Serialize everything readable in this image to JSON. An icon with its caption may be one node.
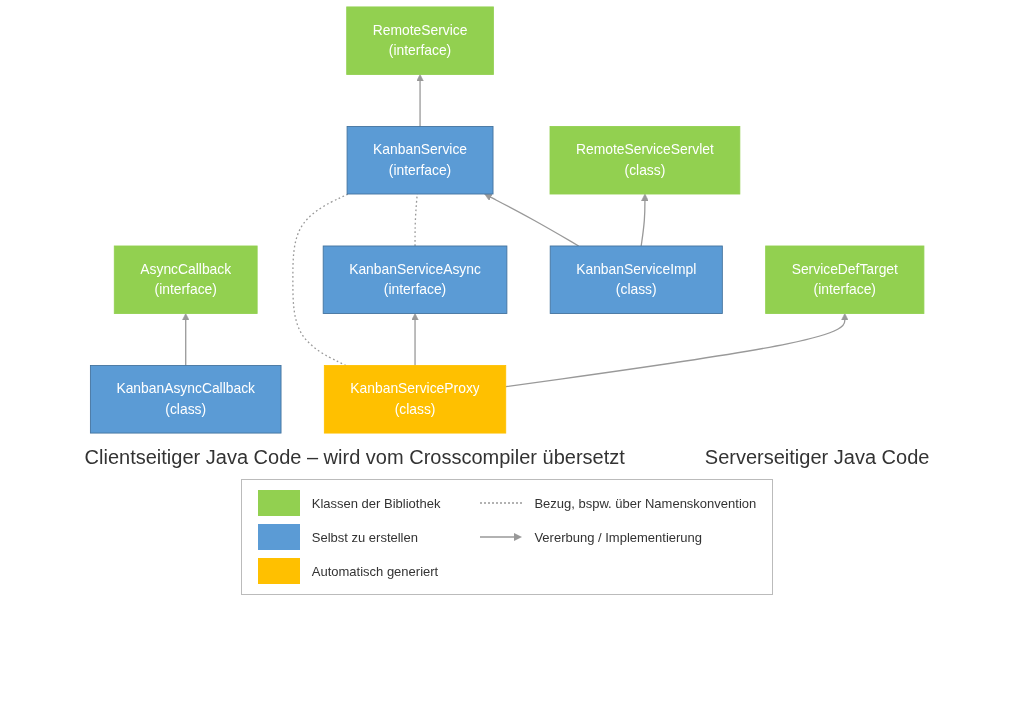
{
  "diagram": {
    "nodes": [
      {
        "text": [
          "AsyncCallback",
          "(interface)"
        ]
      },
      {
        "text": [
          "ServiceDefTarget",
          "(interface)"
        ]
      },
      {
        "text": [
          "RemoteService",
          "(interface)"
        ]
      },
      {
        "text": [
          "RemoteServiceServlet",
          "(class)"
        ]
      },
      {
        "text": [
          "KanbanAsyncCallback",
          "(class)"
        ]
      },
      {
        "text": [
          "KanbanServiceAsync",
          "(interface)"
        ]
      },
      {
        "text": [
          "KanbanService",
          "(interface)"
        ]
      },
      {
        "text": [
          "KanbanServiceImpl",
          "(class)"
        ]
      },
      {
        "text": [
          "KanbanServiceProxy",
          "(class)"
        ]
      }
    ],
    "edges": [
      {
        "from": 4,
        "to": 0,
        "arrow": "to"
      },
      {
        "from": 5,
        "to": 6,
        "arrow": "none",
        "style": "dashed"
      },
      {
        "from": 6,
        "to": 2,
        "arrow": "to"
      },
      {
        "from": 7,
        "to": 6,
        "arrow": "to"
      },
      {
        "from": 7,
        "to": 3,
        "arrow": "to"
      },
      {
        "from": 8,
        "to": 6,
        "arrow": "none",
        "style": "dashed"
      },
      {
        "from": 8,
        "to": 5,
        "arrow": "to"
      },
      {
        "from": 8,
        "to": 1,
        "arrow": "to"
      }
    ],
    "labels": [
      "Clientseitiger Java Code – wird vom Crosscompiler übersetzt",
      "Serverseitiger Java Code"
    ],
    "legend": [
      {
        "text": "Klassen der Bibliothek",
        "color": "#92d050"
      },
      {
        "text": "Selbst zu erstellen",
        "color": "#5b9bd5"
      },
      {
        "text": "Automatisch generiert",
        "color": "#ffc000"
      },
      {
        "text": "Bezug, bspw. über Namenskonvention"
      },
      {
        "text": "Vererbung / Implementierung"
      }
    ]
  }
}
